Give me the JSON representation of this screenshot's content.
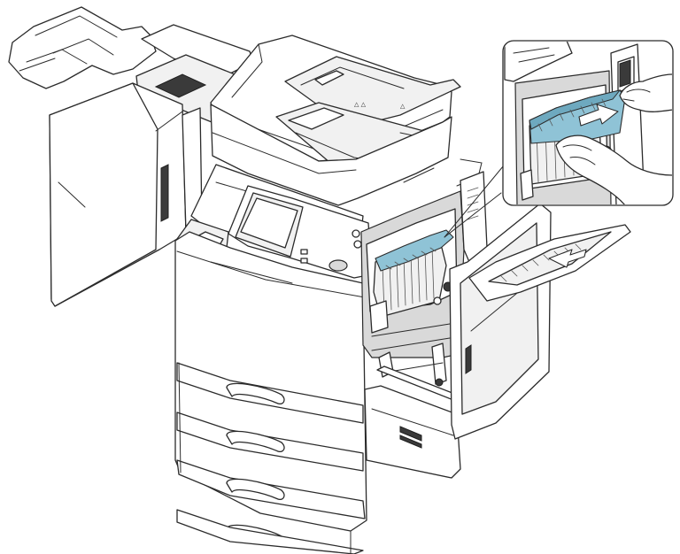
{
  "figure": {
    "subject": "multifunction-printer-paper-jam-removal",
    "colors": {
      "outline": "#2b2b2b",
      "body": "#ffffff",
      "shade": "#d9d9d9",
      "jammed_paper": "#8fc3d6",
      "screen": "#e6e6e6"
    },
    "icons": [
      "printer",
      "finisher",
      "document-feeder",
      "control-panel",
      "paper-tray",
      "side-door",
      "fuser-unit",
      "jammed-paper",
      "hand",
      "pull-arrow",
      "detail-callout"
    ]
  }
}
